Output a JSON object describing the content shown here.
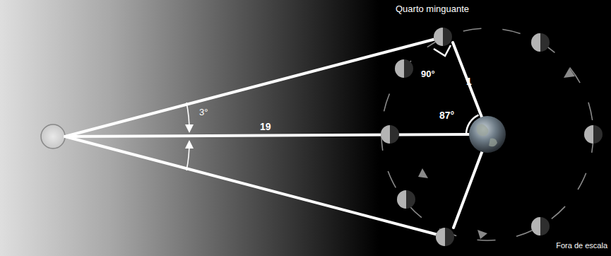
{
  "diagram": {
    "labels": [
      "Quarto minguante",
      "90°",
      "1",
      "87°",
      "3°",
      "19",
      "Fora de escala"
    ]
  }
}
